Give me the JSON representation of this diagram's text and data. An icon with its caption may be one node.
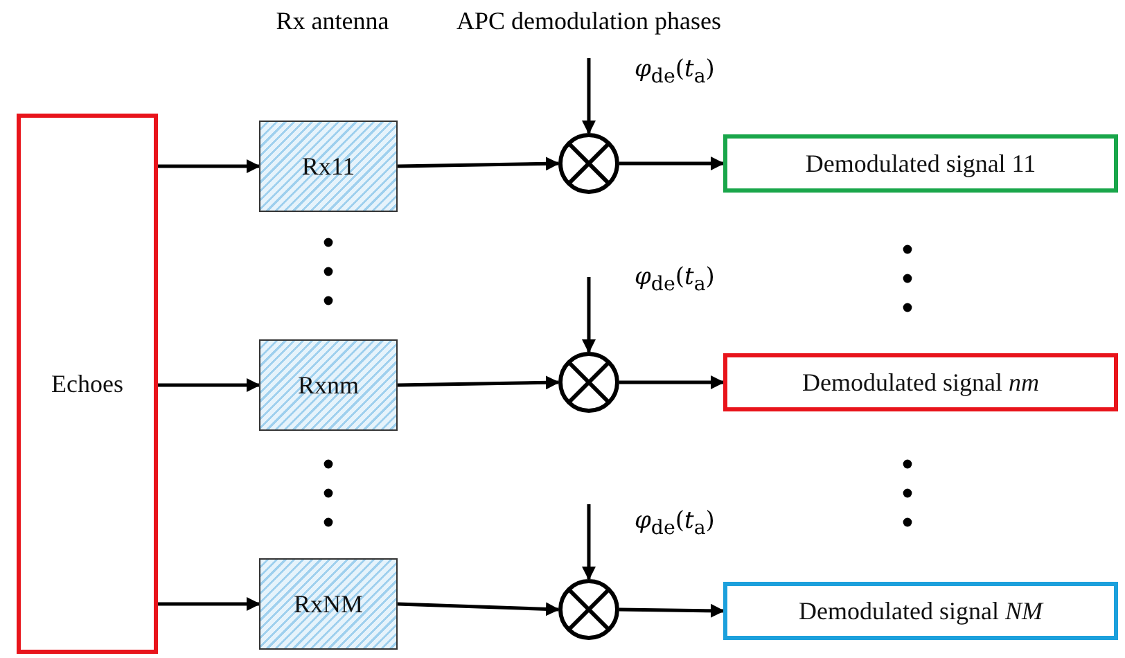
{
  "diagram": {
    "nodes": [
      {
        "text": [
          "Echoes"
        ]
      },
      {
        "text": [
          "Rx11"
        ]
      },
      {
        "text": [
          "Rxnm"
        ]
      },
      {
        "text": [
          "RxNM"
        ]
      },
      {
        "text": [],
        "shape": "circle",
        "beside": [
          "*φ*$_{de}$(*t*$_{a}$)"
        ]
      },
      {
        "text": [],
        "shape": "circle",
        "beside": [
          "*φ*$_{de}$(*t*$_{a}$)"
        ]
      },
      {
        "text": [],
        "shape": "circle",
        "beside": [
          "*φ*$_{de}$(*t*$_{a}$)"
        ]
      },
      {
        "text": [
          "Demodulated signal 11"
        ]
      },
      {
        "text": [
          "Demodulated signal *nm*"
        ]
      },
      {
        "text": [
          "Demodulated signal *NM*"
        ]
      }
    ],
    "edges": [
      {
        "from": 0,
        "to": 1,
        "arrow": "to"
      },
      {
        "from": 0,
        "to": 2,
        "arrow": "to"
      },
      {
        "from": 0,
        "to": 3,
        "arrow": "to"
      },
      {
        "from": 1,
        "to": 4,
        "arrow": "to"
      },
      {
        "from": 2,
        "to": 5,
        "arrow": "to"
      },
      {
        "from": 3,
        "to": 6,
        "arrow": "to"
      },
      {
        "from": 4,
        "to": 7,
        "arrow": "to"
      },
      {
        "from": 5,
        "to": 8,
        "arrow": "to"
      },
      {
        "from": 6,
        "to": 9,
        "arrow": "to"
      },
      {
        "from": null,
        "to": 4,
        "arrow": "to"
      },
      {
        "from": null,
        "to": 5,
        "arrow": "to"
      },
      {
        "from": null,
        "to": 6,
        "arrow": "to"
      }
    ],
    "labels": [
      "Rx antenna",
      "APC demodulation phases"
    ]
  }
}
